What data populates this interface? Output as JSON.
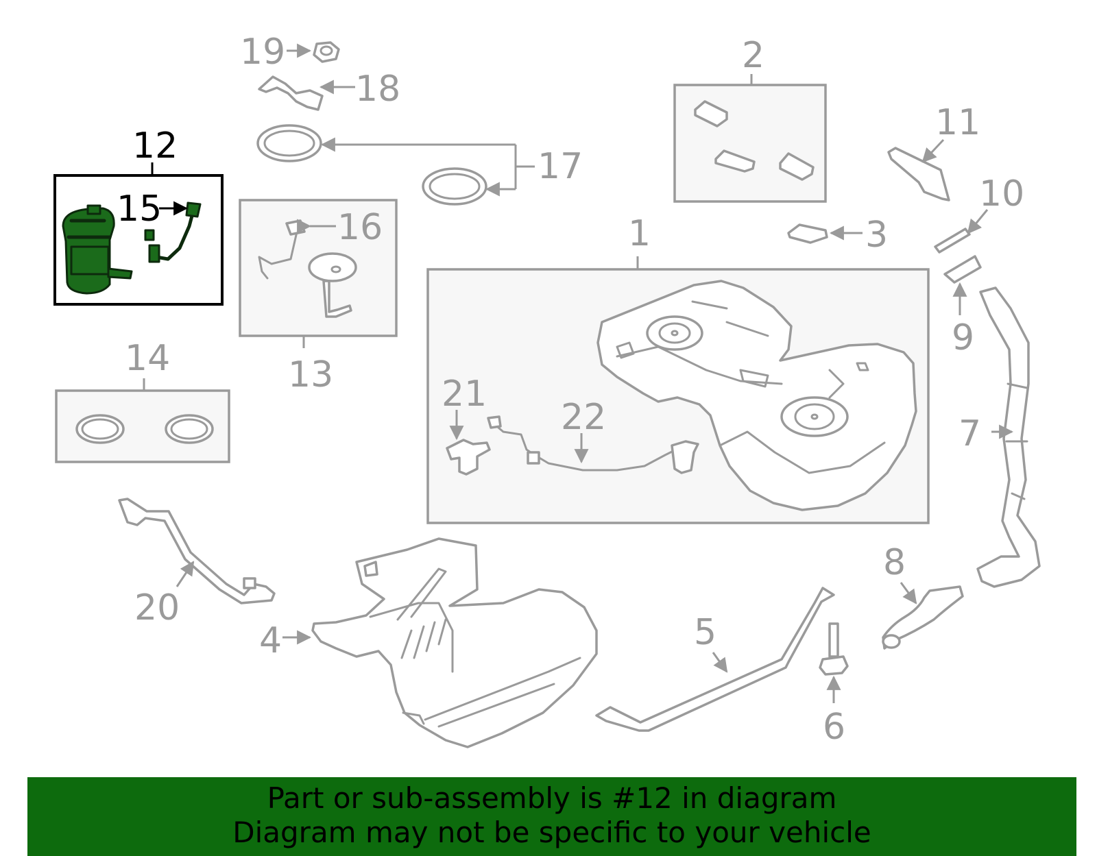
{
  "diagram": {
    "highlight_color": "#1b6b1b",
    "callouts": {
      "c1": "1",
      "c2": "2",
      "c3": "3",
      "c4": "4",
      "c5": "5",
      "c6": "6",
      "c7": "7",
      "c8": "8",
      "c9": "9",
      "c10": "10",
      "c11": "11",
      "c12": "12",
      "c13": "13",
      "c14": "14",
      "c15": "15",
      "c16": "16",
      "c17": "17",
      "c18": "18",
      "c19": "19",
      "c20": "20",
      "c21": "21",
      "c22": "22"
    }
  },
  "footer": {
    "line1": "Part or sub-assembly is #12 in diagram",
    "line2": "Diagram may not be specific to your vehicle",
    "background": "#0d6b0d"
  }
}
